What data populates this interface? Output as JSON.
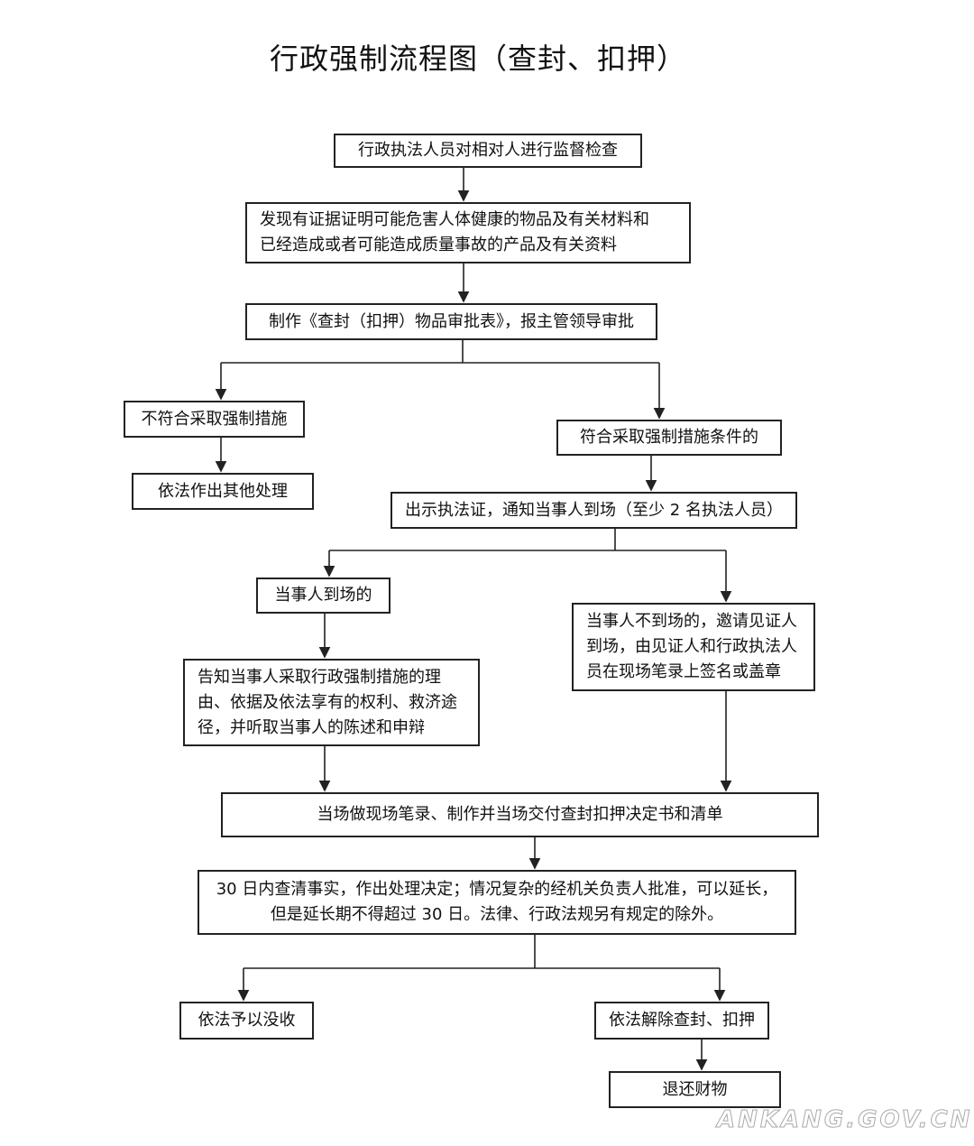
{
  "title": "行政强制流程图（查封、扣押）",
  "nodes": {
    "inspect": "行政执法人员对相对人进行监督检查",
    "discover": [
      "发现有证据证明可能危害人体健康的物品及有关材料和",
      "已经造成或者可能造成质量事故的产品及有关资料"
    ],
    "approval": "制作《查封（扣押）物品审批表》，报主管领导审批",
    "not_qualified": "不符合采取强制措施",
    "other_handling": "依法作出其他处理",
    "qualified": "符合采取强制措施条件的",
    "notify": "出示执法证，通知当事人到场（至少 2 名执法人员）",
    "party_present": "当事人到场的",
    "party_absent": [
      "当事人不到场的，邀请见证人",
      "到场，由见证人和行政执法人",
      "员在现场笔录上签名或盖章"
    ],
    "inform": [
      "告知当事人采取行政强制措施的理",
      "由、依据及依法享有的权利、救济途",
      "径，并听取当事人的陈述和申辩"
    ],
    "record": "当场做现场笔录、制作并当场交付查封扣押决定书和清单",
    "decision": [
      "30 日内查清事实，作出处理决定；情况复杂的经机关负责人批准，可以延长，",
      "但是延长期不得超过 30 日。法律、行政法规另有规定的除外。"
    ],
    "confiscate": "依法予以没收",
    "release": "依法解除查封、扣押",
    "return": "退还财物"
  },
  "watermark": "ANKANG.GOV.CN"
}
